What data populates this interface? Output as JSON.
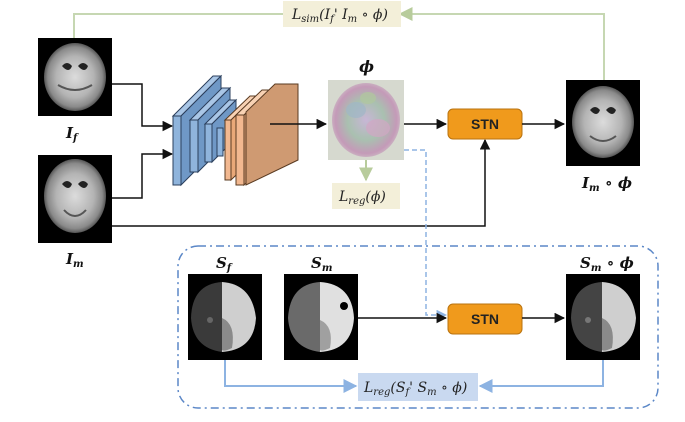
{
  "diagram": {
    "labels": {
      "fixed_image": "I",
      "fixed_sub": "f",
      "moving_image": "I",
      "moving_sub": "m",
      "warped_image": "I",
      "warped_sub": "m",
      "warped_op": " ∘ ϕ",
      "phi": "ϕ",
      "seg_fixed": "S",
      "seg_fixed_sub": "f",
      "seg_moving": "S",
      "seg_moving_sub": "m",
      "seg_warped": "S",
      "seg_warped_sub": "m",
      "seg_warped_op": " ∘ ϕ"
    },
    "loss_sim": {
      "L": "L",
      "sub": "sim",
      "args": "(I",
      "a_sub": "f",
      "mid": "' I",
      "b_sub": "m",
      "tail": " ∘ ϕ)"
    },
    "loss_reg": {
      "L": "L",
      "sub": "reg",
      "args": "(ϕ)"
    },
    "loss_seg": {
      "L": "L",
      "sub": "reg",
      "args": "(S",
      "a_sub": "f",
      "mid": "' S",
      "b_sub": "m",
      "tail": " ∘ ϕ)"
    },
    "stn_top": "STN",
    "stn_bottom": "STN"
  },
  "colors": {
    "encoder": "#8fb4dc",
    "decoder": "#f2b890",
    "stn": "#f09a1c",
    "loss_bg": "#f3efd9",
    "loss_seg_bg": "#c9d9f0",
    "arrow_green": "#c6d7b2",
    "arrow_blue": "#8db3e2",
    "dash_box": "#5b87c7"
  }
}
